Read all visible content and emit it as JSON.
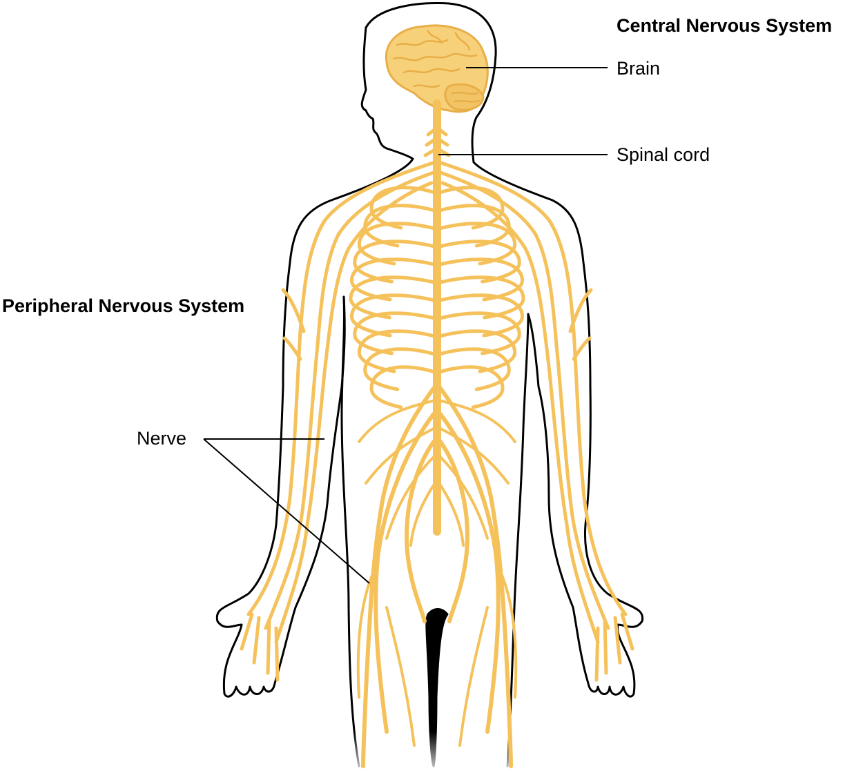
{
  "headings": {
    "central": "Central Nervous System",
    "peripheral": "Peripheral Nervous System"
  },
  "labels": {
    "brain": "Brain",
    "spinal_cord": "Spinal cord",
    "nerve": "Nerve"
  },
  "colors": {
    "nerve": "#F5C15A",
    "nerve_dark": "#E6A93D",
    "brain": "#F7D07A",
    "brain_fold": "#E8AE48",
    "outline": "#000000",
    "background": "#ffffff"
  }
}
